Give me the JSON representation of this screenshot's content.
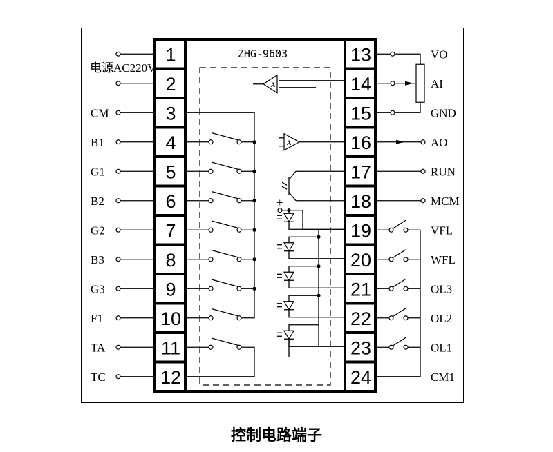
{
  "diagram": {
    "title": "控制电路端子",
    "chip_model": "ZHG-9603",
    "power_label": "电源AC220V",
    "left_pins": [
      {
        "num": "1",
        "label": ""
      },
      {
        "num": "2",
        "label": ""
      },
      {
        "num": "3",
        "label": "CM"
      },
      {
        "num": "4",
        "label": "B1"
      },
      {
        "num": "5",
        "label": "G1"
      },
      {
        "num": "6",
        "label": "B2"
      },
      {
        "num": "7",
        "label": "G2"
      },
      {
        "num": "8",
        "label": "B3"
      },
      {
        "num": "9",
        "label": "G3"
      },
      {
        "num": "10",
        "label": "F1"
      },
      {
        "num": "11",
        "label": "TA"
      },
      {
        "num": "12",
        "label": "TC"
      }
    ],
    "right_pins": [
      {
        "num": "13",
        "label": "VO"
      },
      {
        "num": "14",
        "label": "AI"
      },
      {
        "num": "15",
        "label": "GND"
      },
      {
        "num": "16",
        "label": "AO"
      },
      {
        "num": "17",
        "label": "RUN"
      },
      {
        "num": "18",
        "label": "MCM"
      },
      {
        "num": "19",
        "label": "VFL"
      },
      {
        "num": "20",
        "label": "WFL"
      },
      {
        "num": "21",
        "label": "OL3"
      },
      {
        "num": "22",
        "label": "OL2"
      },
      {
        "num": "23",
        "label": "OL1"
      },
      {
        "num": "24",
        "label": "CM1"
      }
    ],
    "amplifier_label": "A",
    "plus_sign": "+",
    "icons": {
      "input_amplifier": "amplifier-triangle-icon",
      "output_amplifier": "amplifier-triangle-icon",
      "relay_switch": "switch-contact-icon",
      "potentiometer": "potentiometer-icon",
      "phototransistor": "phototransistor-icon",
      "led": "led-diode-icon",
      "terminal": "open-terminal-icon"
    }
  }
}
